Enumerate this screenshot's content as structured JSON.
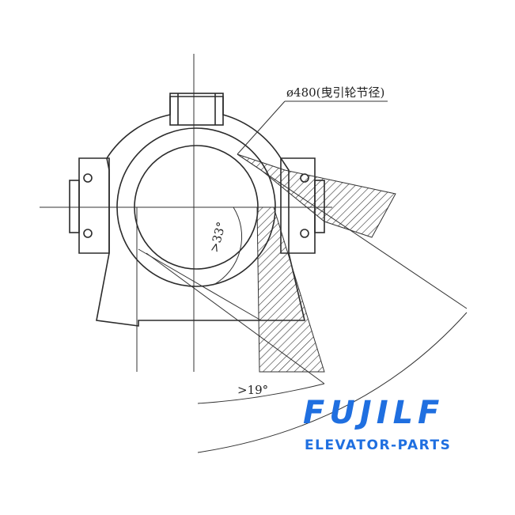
{
  "labels": {
    "diameter": "ø480(曳引轮节径)",
    "angle_small": ">33°",
    "angle_mid": ">19°"
  },
  "brand": {
    "name": "FUJILF",
    "tagline": "ELEVATOR-PARTS",
    "color": "#1f6fe0"
  }
}
